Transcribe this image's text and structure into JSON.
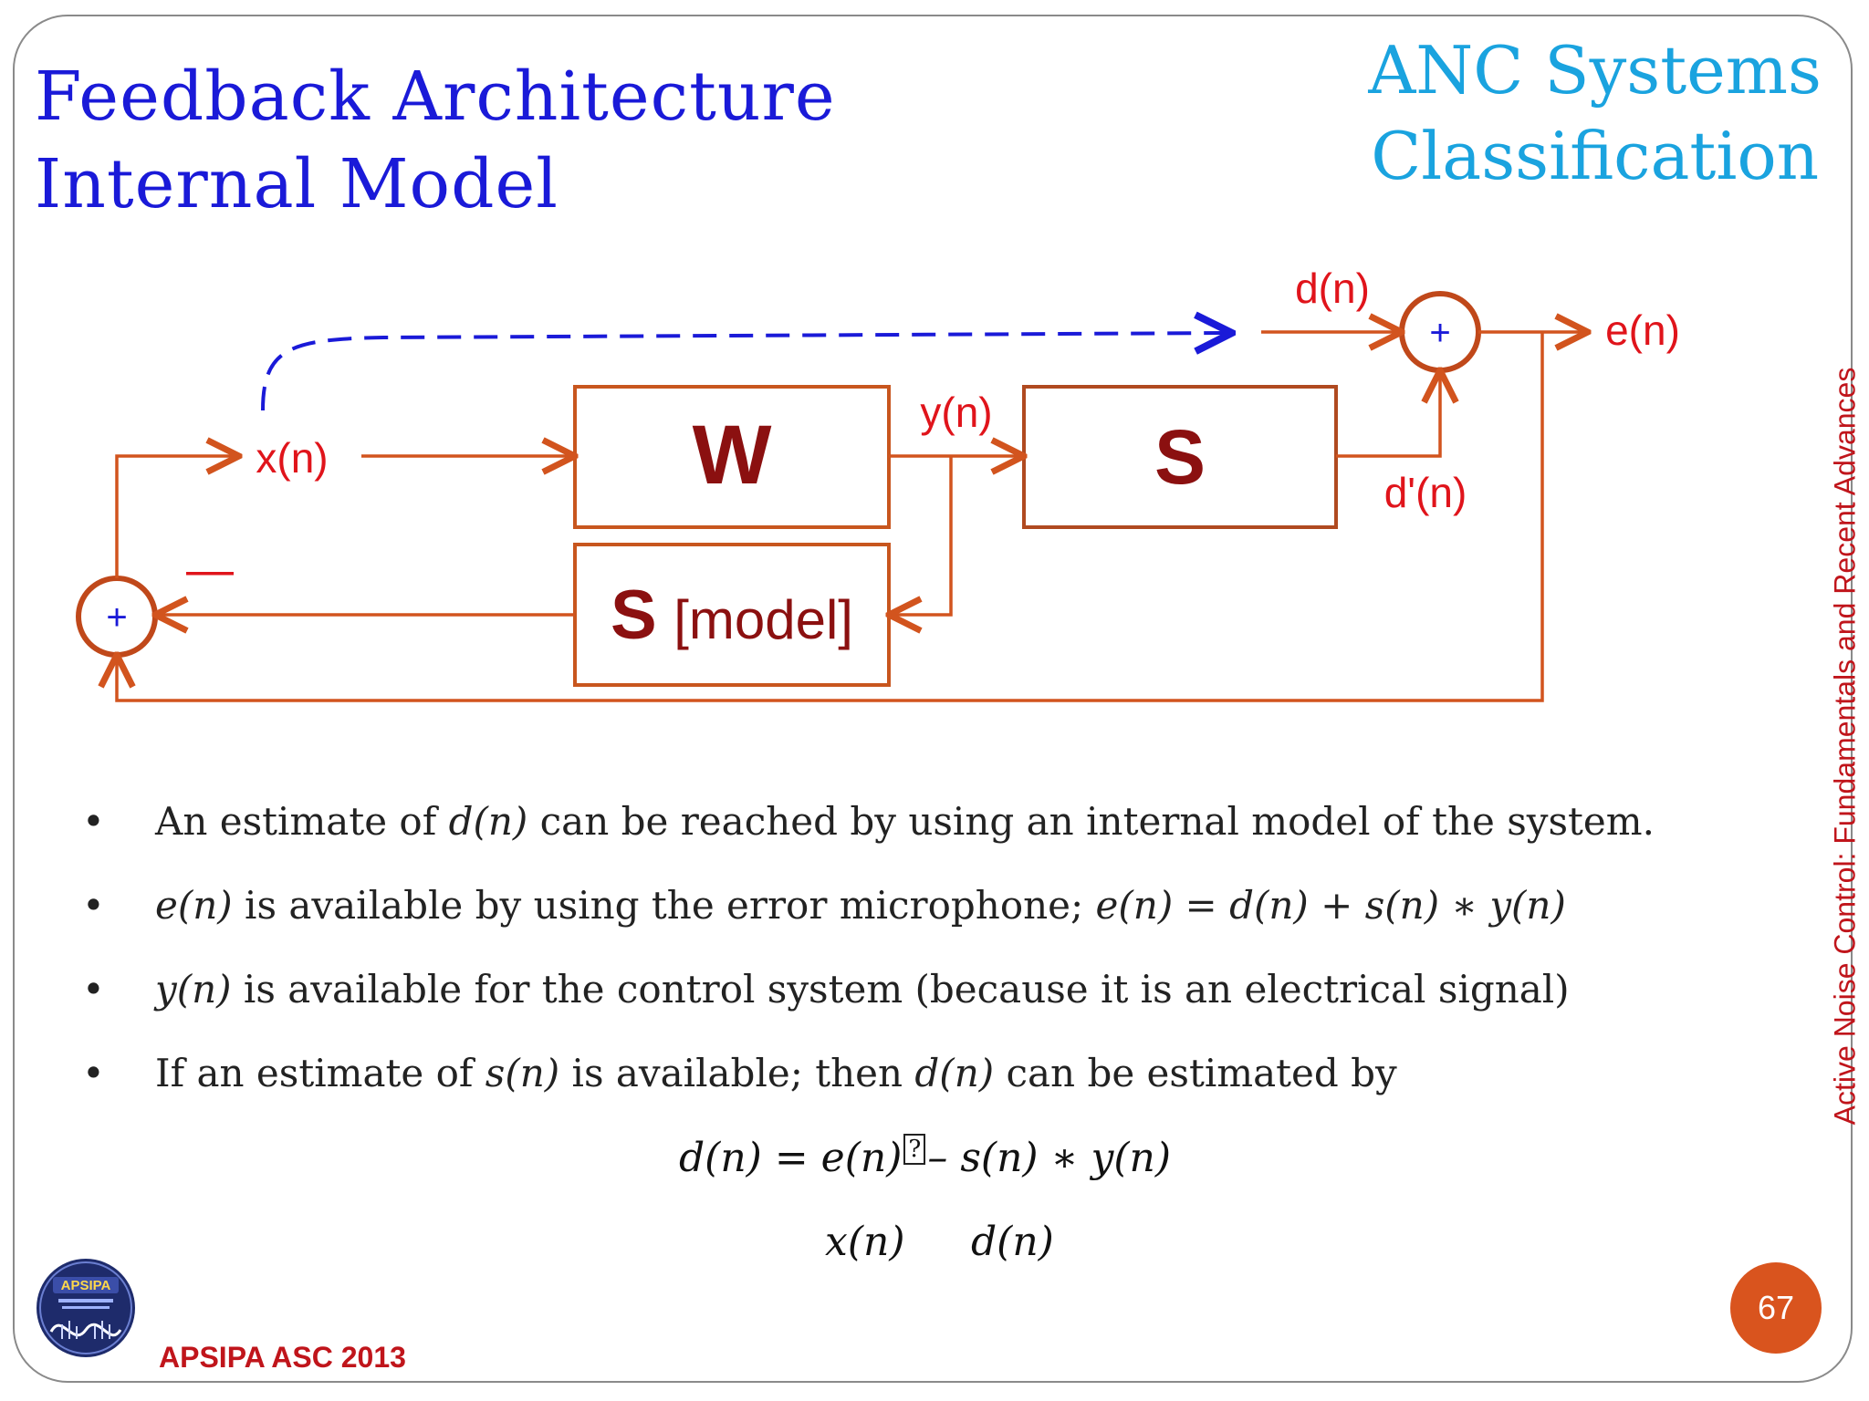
{
  "slide": {
    "title_line1": "Feedback Architecture",
    "title_line2": "Internal Model",
    "section_line1": "ANC Systems",
    "section_line2": "Classification",
    "side_text": "Active Noise Control: Fundamentals and Recent Advances",
    "footer": "APSIPA ASC 2013",
    "page_number": "67",
    "logo_text": "APSIPA"
  },
  "diagram": {
    "blocks": {
      "w": "W",
      "s": "S",
      "s_model_bold": "S",
      "s_model_suffix": "[model]"
    },
    "signals": {
      "x": "x(n)",
      "y": "y(n)",
      "d": "d(n)",
      "d_prime": "d'(n)",
      "e": "e(n)",
      "minus": "—"
    },
    "sum_symbol": "+",
    "colors": {
      "arrow": "#d2541e",
      "block_border": "#c8561e",
      "block_text": "#8b1010",
      "signal_label": "#e0141b",
      "dashed": "#1a1ad8",
      "sum_plus": "#1a1ad8"
    }
  },
  "bullets": [
    {
      "pre": "An estimate of ",
      "m1": "d(n)",
      "mid": " can be reached by using an internal model of the system.",
      "m2": "",
      "post": ""
    },
    {
      "pre": "",
      "m1": "e(n)",
      "mid": " is available by using the error microphone; ",
      "m2": "e(n) = d(n) + s(n) ∗ y(n)",
      "post": ""
    },
    {
      "pre": "",
      "m1": "y(n)",
      "mid": " is available for the control system (because it is an electrical signal)",
      "m2": "",
      "post": ""
    },
    {
      "pre": "If an estimate of ",
      "m1": "s(n)",
      "mid": " is available; then ",
      "m2": "d(n)",
      "post": " can be estimated by"
    }
  ],
  "bullet_marker": "•",
  "equation": {
    "lhs": "d(n) = e(n)",
    "missing_glyph": "?",
    "rhs": "– s(n) ∗ y(n)",
    "x_label": "x(n)",
    "d_label": "d(n)"
  }
}
